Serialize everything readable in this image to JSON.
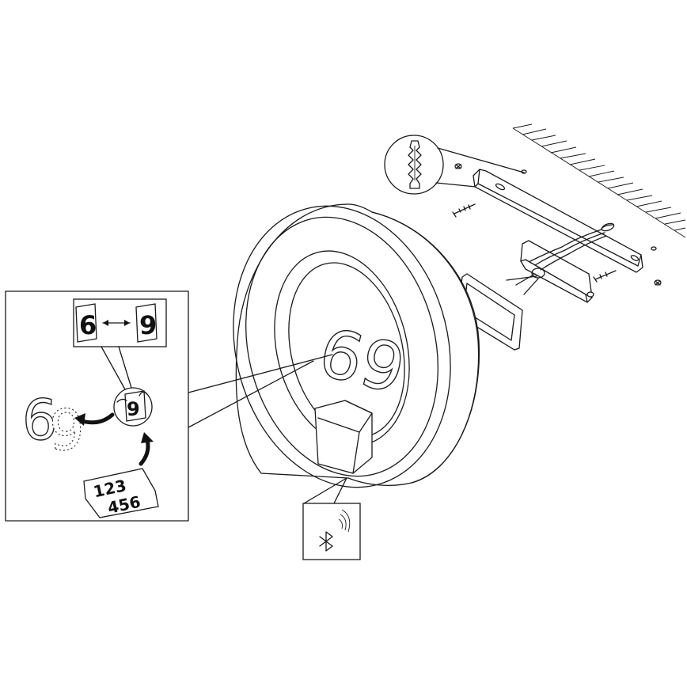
{
  "figure": {
    "house_number": "69",
    "swap_card": {
      "left_digit": "6",
      "right_digit": "9"
    },
    "swap_detail_digit": "9",
    "sticker_sheet": {
      "row1": "123",
      "row2": "456"
    },
    "result_digits": {
      "solid": "6",
      "dotted": "9"
    }
  },
  "icons": [
    "wall-plug-icon",
    "screw-icon",
    "bluetooth-icon",
    "signal-waves-icon",
    "curved-arrow-icon",
    "swap-arrow-icon"
  ]
}
